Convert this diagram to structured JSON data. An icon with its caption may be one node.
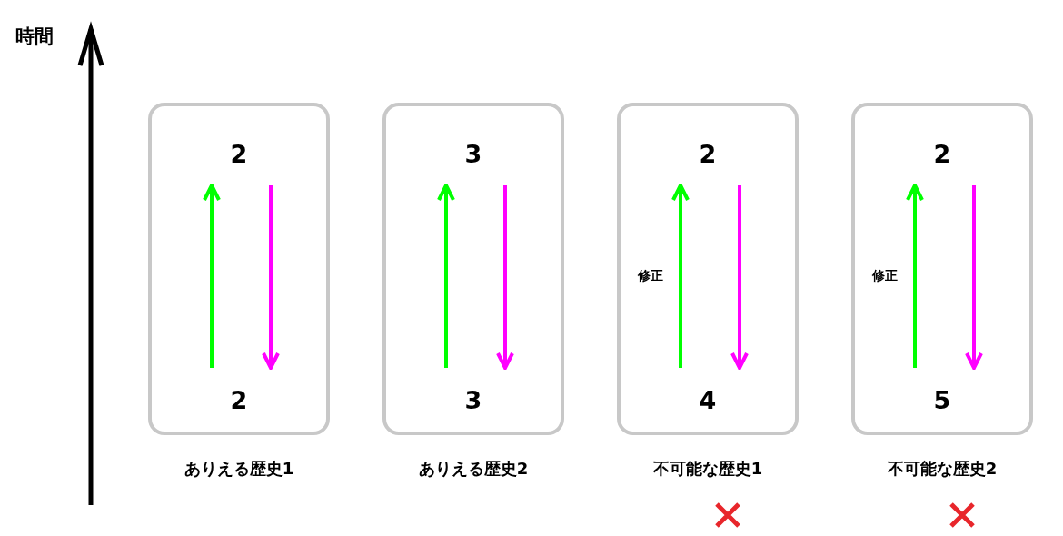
{
  "diagram": {
    "nodes": [
      {
        "text": [],
        "shape": "box",
        "beside": [
          "ありえる歴史1"
        ]
      },
      {
        "text": [
          "2"
        ],
        "in": 0
      },
      {
        "text": [
          "2"
        ],
        "in": 0
      },
      {
        "text": [],
        "shape": "box",
        "beside": [
          "ありえる歴史2"
        ]
      },
      {
        "text": [
          "3"
        ],
        "in": 3
      },
      {
        "text": [
          "3"
        ],
        "in": 3
      },
      {
        "text": [],
        "shape": "box",
        "beside": [
          "不可能な歴史1"
        ]
      },
      {
        "text": [
          "2"
        ],
        "in": 6
      },
      {
        "text": [
          "4"
        ],
        "in": 6
      },
      {
        "text": [],
        "shape": "box",
        "beside": [
          "不可能な歴史2"
        ]
      },
      {
        "text": [
          "2"
        ],
        "in": 9
      },
      {
        "text": [
          "5"
        ],
        "in": 9
      }
    ],
    "edges": [
      {
        "from": 2,
        "to": 1,
        "arrow": "to",
        "color": "#00ff00"
      },
      {
        "from": 1,
        "to": 2,
        "arrow": "to",
        "color": "#ff00ff"
      },
      {
        "from": 5,
        "to": 4,
        "arrow": "to",
        "color": "#00ff00"
      },
      {
        "from": 4,
        "to": 5,
        "arrow": "to",
        "color": "#ff00ff"
      },
      {
        "from": 8,
        "to": 7,
        "arrow": "to",
        "color": "#00ff00",
        "label": "修正"
      },
      {
        "from": 7,
        "to": 8,
        "arrow": "to",
        "color": "#ff00ff"
      },
      {
        "from": 11,
        "to": 10,
        "arrow": "to",
        "color": "#00ff00",
        "label": "修正"
      },
      {
        "from": 10,
        "to": 11,
        "arrow": "to",
        "color": "#ff00ff"
      }
    ],
    "labels": [
      "時間"
    ]
  }
}
